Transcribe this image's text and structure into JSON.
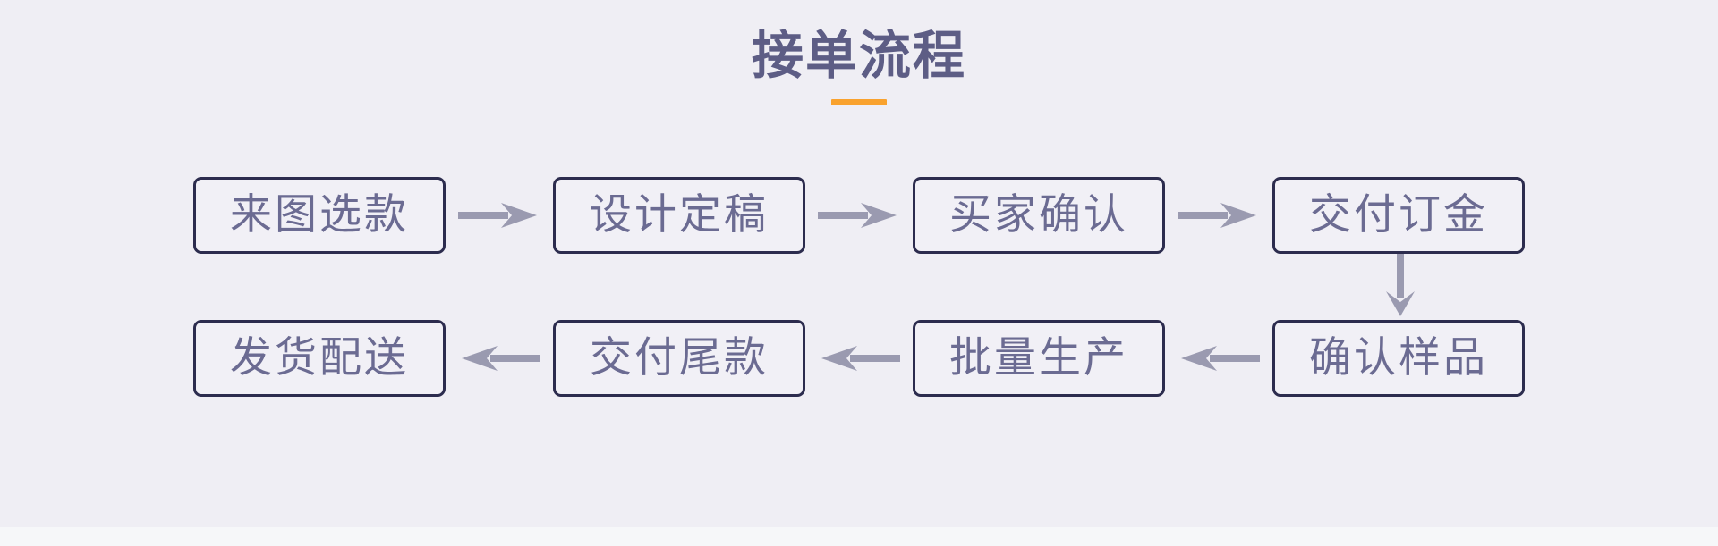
{
  "page": {
    "title": "接单流程",
    "background_color": "#efeef4",
    "outer_background_color": "#f6f7f9",
    "title_color": "#5d5d85",
    "accent_color": "#f9a22e",
    "node_border_color": "#2c2c4e",
    "node_fill_color": "#f1f0f6",
    "node_text_color": "#6b6b92",
    "arrow_color": "#9a9ab0"
  },
  "flow": {
    "type": "flowchart",
    "direction": "boustrophedon",
    "row_top": {
      "nodes": [
        {
          "id": "step-1",
          "label": "来图选款"
        },
        {
          "id": "step-2",
          "label": "设计定稿"
        },
        {
          "id": "step-3",
          "label": "买家确认"
        },
        {
          "id": "step-4",
          "label": "交付订金"
        }
      ],
      "connectors": [
        {
          "id": "arrow-1-2",
          "direction": "right"
        },
        {
          "id": "arrow-2-3",
          "direction": "right"
        },
        {
          "id": "arrow-3-4",
          "direction": "right"
        }
      ]
    },
    "row_link": {
      "id": "arrow-4-5",
      "direction": "down"
    },
    "row_bottom": {
      "nodes": [
        {
          "id": "step-8",
          "label": "发货配送"
        },
        {
          "id": "step-7",
          "label": "交付尾款"
        },
        {
          "id": "step-6",
          "label": "批量生产"
        },
        {
          "id": "step-5",
          "label": "确认样品"
        }
      ],
      "connectors": [
        {
          "id": "arrow-7-8",
          "direction": "left"
        },
        {
          "id": "arrow-6-7",
          "direction": "left"
        },
        {
          "id": "arrow-5-6",
          "direction": "left"
        }
      ]
    },
    "sequence": [
      "来图选款",
      "设计定稿",
      "买家确认",
      "交付订金",
      "确认样品",
      "批量生产",
      "交付尾款",
      "发货配送"
    ]
  }
}
